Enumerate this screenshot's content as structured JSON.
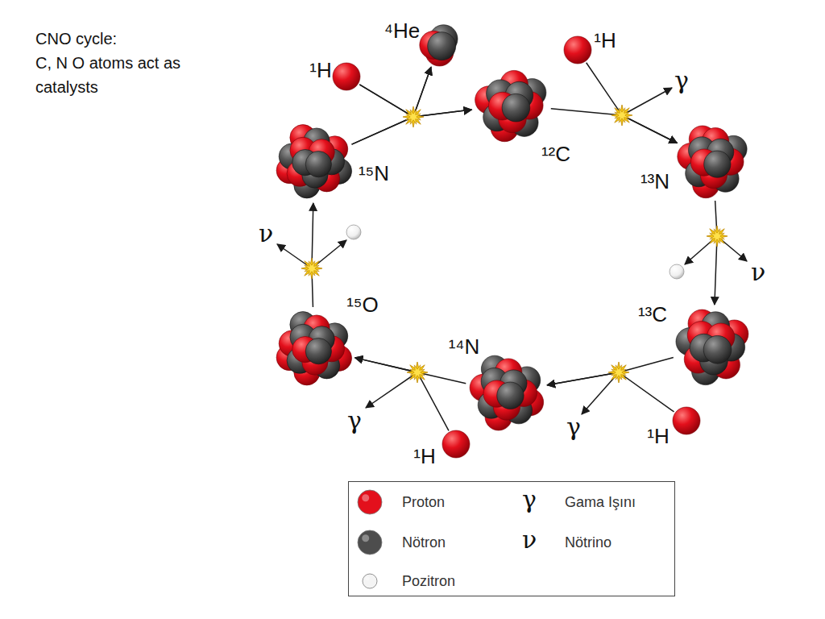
{
  "diagram": {
    "title": "CNO cycle:",
    "nodes": [
      {
        "text": [
          "⁴He"
        ]
      },
      {
        "text": [
          "¹H"
        ]
      },
      {
        "text": [
          "¹H"
        ]
      },
      {
        "text": [
          "¹⁵N"
        ]
      },
      {
        "text": [
          "¹²C"
        ]
      },
      {
        "text": [
          "¹³N"
        ]
      },
      {
        "text": [
          "¹⁵O"
        ]
      },
      {
        "text": [
          "¹³C"
        ]
      },
      {
        "text": [
          "¹⁴N"
        ]
      },
      {
        "text": [
          "¹H"
        ]
      },
      {
        "text": [
          "¹H"
        ]
      }
    ],
    "edges": [
      {
        "from": 3,
        "to": 4,
        "arrow": "to"
      },
      {
        "from": 3,
        "to": 0,
        "arrow": "to"
      },
      {
        "from": 1,
        "to": 4,
        "arrow": "to"
      },
      {
        "from": 1,
        "to": 0,
        "arrow": "to"
      },
      {
        "from": 4,
        "to": 5,
        "arrow": "to"
      },
      {
        "from": 2,
        "to": 5,
        "arrow": "to"
      },
      {
        "from": 5,
        "to": 7,
        "arrow": "to"
      },
      {
        "from": 7,
        "to": 8,
        "arrow": "to"
      },
      {
        "from": 10,
        "to": 8,
        "arrow": "to"
      },
      {
        "from": 8,
        "to": 6,
        "arrow": "to"
      },
      {
        "from": 9,
        "to": 6,
        "arrow": "to"
      },
      {
        "from": 6,
        "to": 3,
        "arrow": "to"
      }
    ],
    "labels": [
      "C, N O atoms act as catalysts",
      "γ",
      "ν",
      "ν",
      "γ",
      "γ",
      "γ",
      "ν"
    ],
    "legend": [
      {
        "text": "Proton",
        "color": "#e3101c"
      },
      {
        "text": "Nötron",
        "color": "#4d4d4d"
      },
      {
        "text": "Pozitron",
        "color": "#f4f4f4"
      },
      {
        "text": "Gama Işını"
      },
      {
        "text": "Nötrino"
      }
    ]
  }
}
